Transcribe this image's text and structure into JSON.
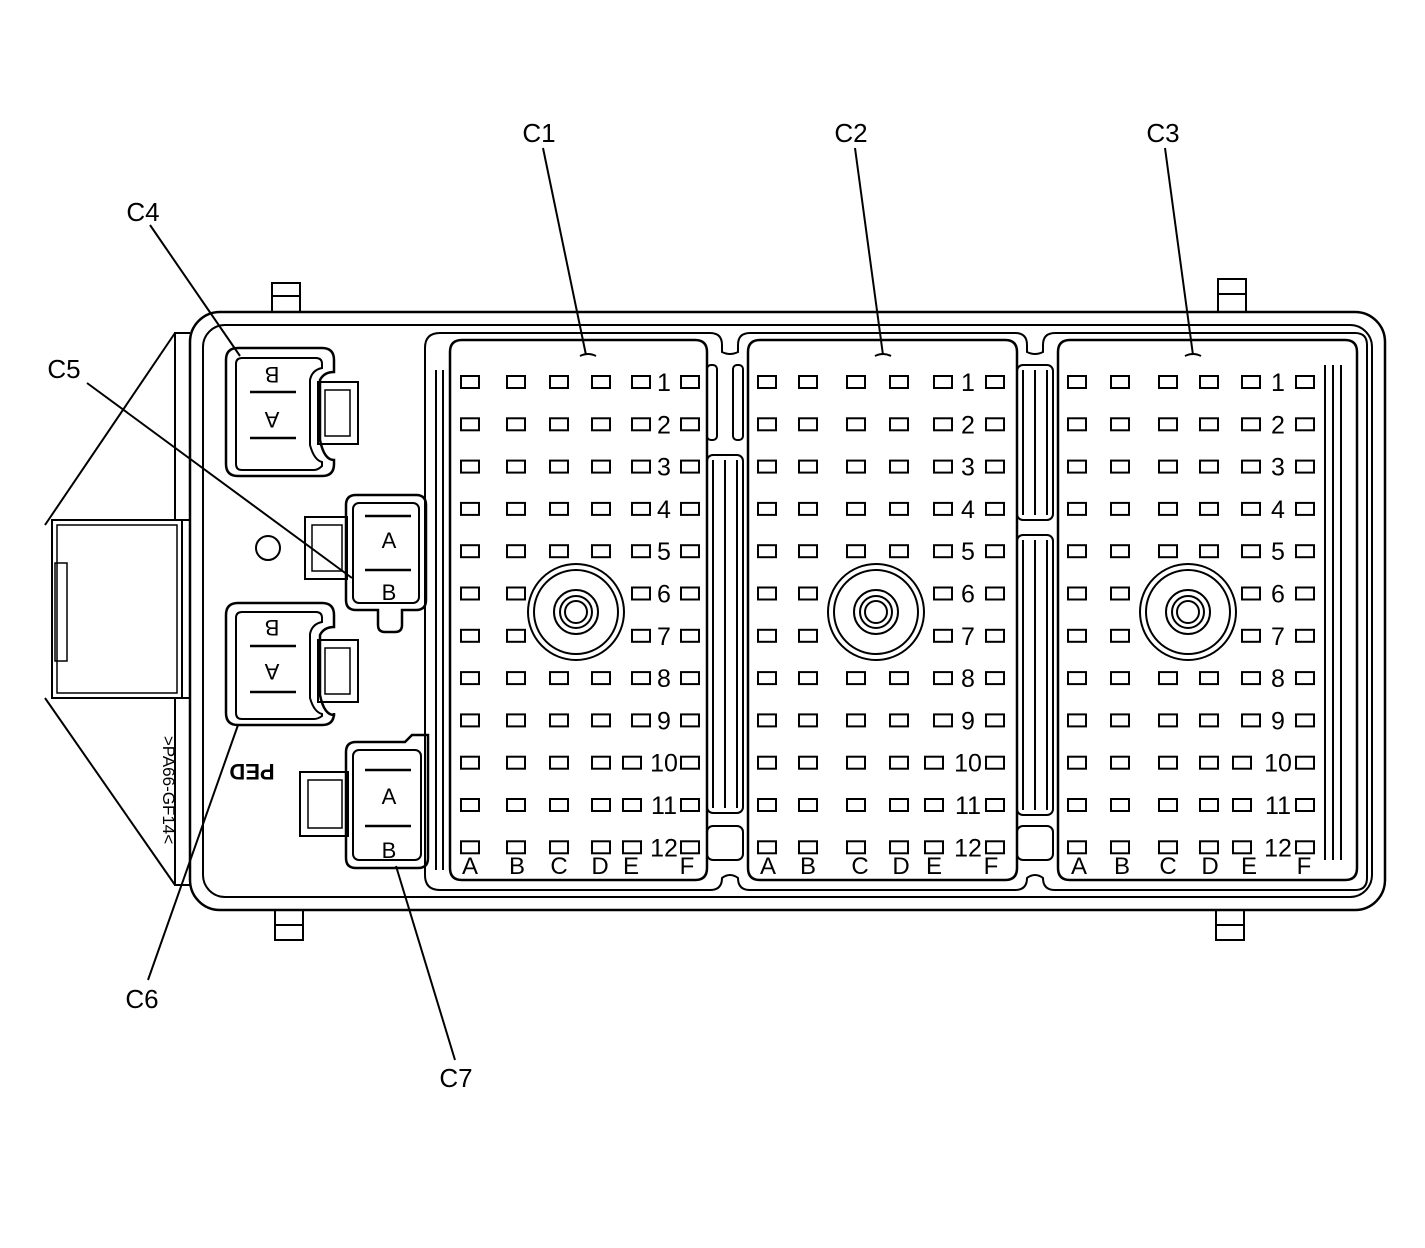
{
  "diagram": {
    "callouts": {
      "c1": "C1",
      "c2": "C2",
      "c3": "C3",
      "c4": "C4",
      "c5": "C5",
      "c6": "C6",
      "c7": "C7"
    },
    "pin_numbers": [
      "1",
      "2",
      "3",
      "4",
      "5",
      "6",
      "7",
      "8",
      "9",
      "10",
      "11",
      "12"
    ],
    "column_letters": [
      "A",
      "B",
      "C",
      "D",
      "E",
      "F"
    ],
    "small_connectors": {
      "c4": [
        "B",
        "A"
      ],
      "c5": [
        "A",
        "B"
      ],
      "c6": [
        "B",
        "A"
      ],
      "c7": [
        "A",
        "B"
      ]
    },
    "mold_marks": {
      "material": ">PA66-GF14<",
      "ped": "PED"
    }
  }
}
